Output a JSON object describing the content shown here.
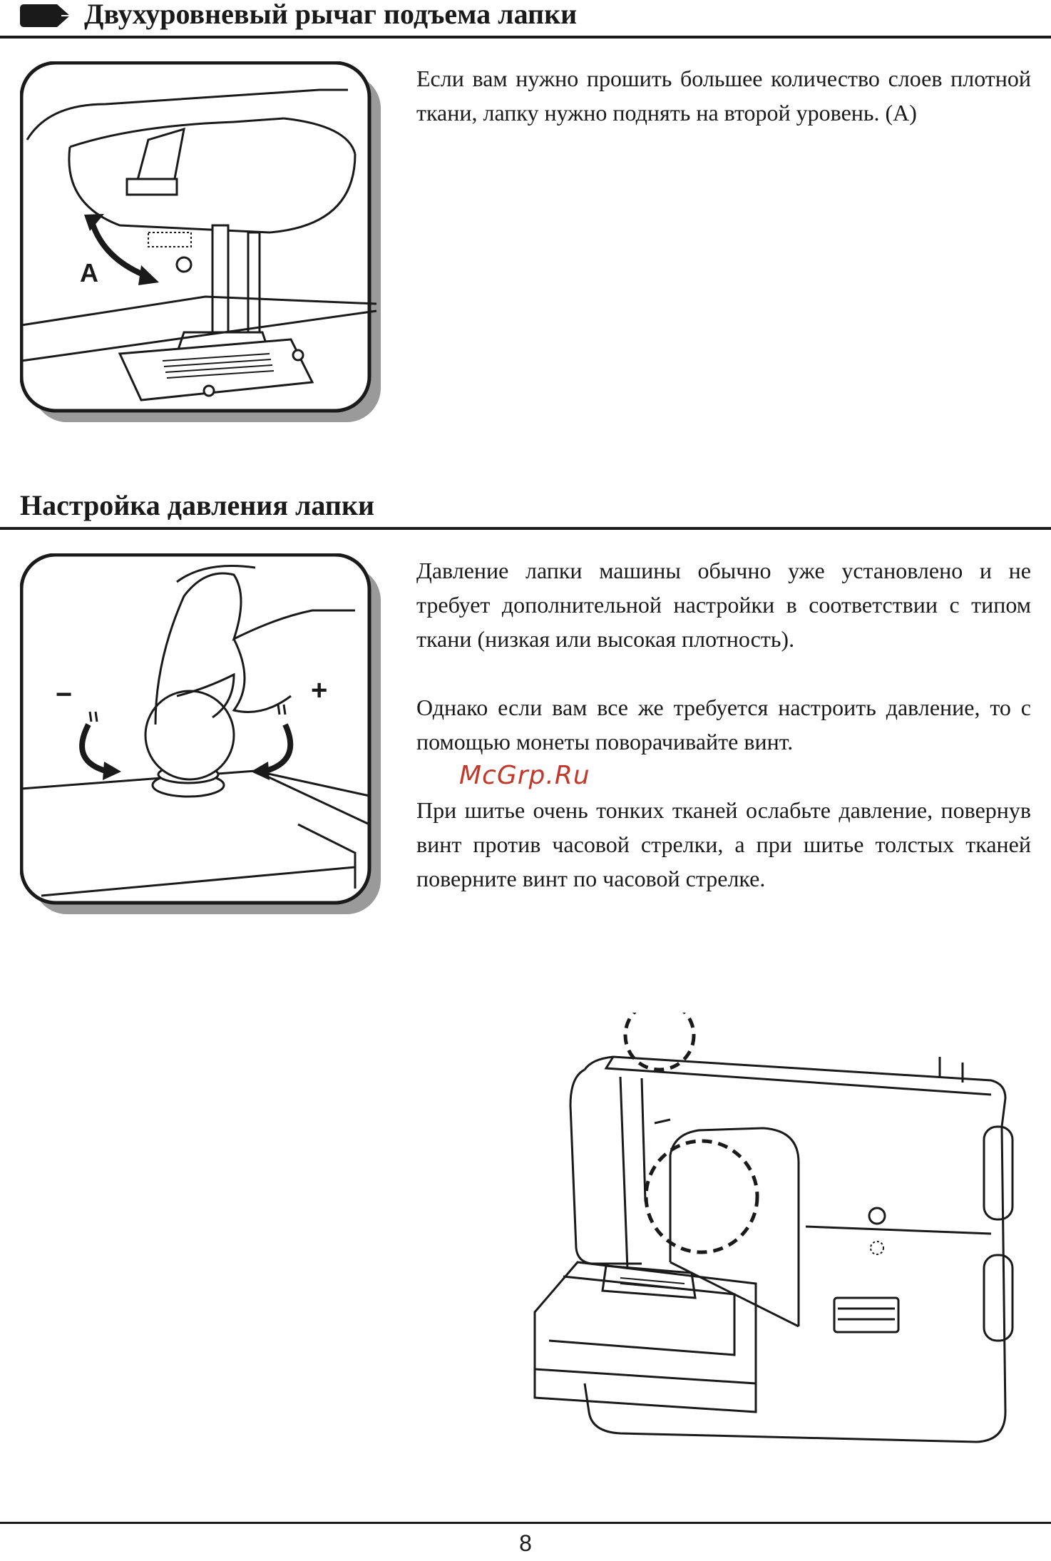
{
  "section1": {
    "title": "Двухуровневый рычаг подъема лапки",
    "paragraph": "Если вам нужно прошить большее количество слоев плотной ткани, лапку нужно поднять  на второй уровень. (А)",
    "figure": {
      "label_a": "A"
    }
  },
  "section2": {
    "title": "Настройка давления лапки",
    "paragraphs": [
      "Давление лапки машины обычно уже установлено и не требует дополнительной настройки в соответствии с типом ткани (низкая или высокая плотность).",
      "Однако если вам все же требуется настроить давление, то с помощью монеты поворачивайте винт.",
      "При шитье очень тонких тканей ослабьте давление, повернув винт против часовой стрелки, а при шитье толстых тканей поверните винт по часовой стрелке."
    ],
    "figure": {
      "minus_label": "−",
      "plus_label": "+"
    }
  },
  "watermark": "McGrp.Ru",
  "page_number": "8",
  "colors": {
    "ink": "#1a1a1a",
    "watermark": "#c0392b",
    "shadow": "#9a9a9a"
  },
  "icons": {
    "header_marker": "pencil-tab-icon"
  }
}
